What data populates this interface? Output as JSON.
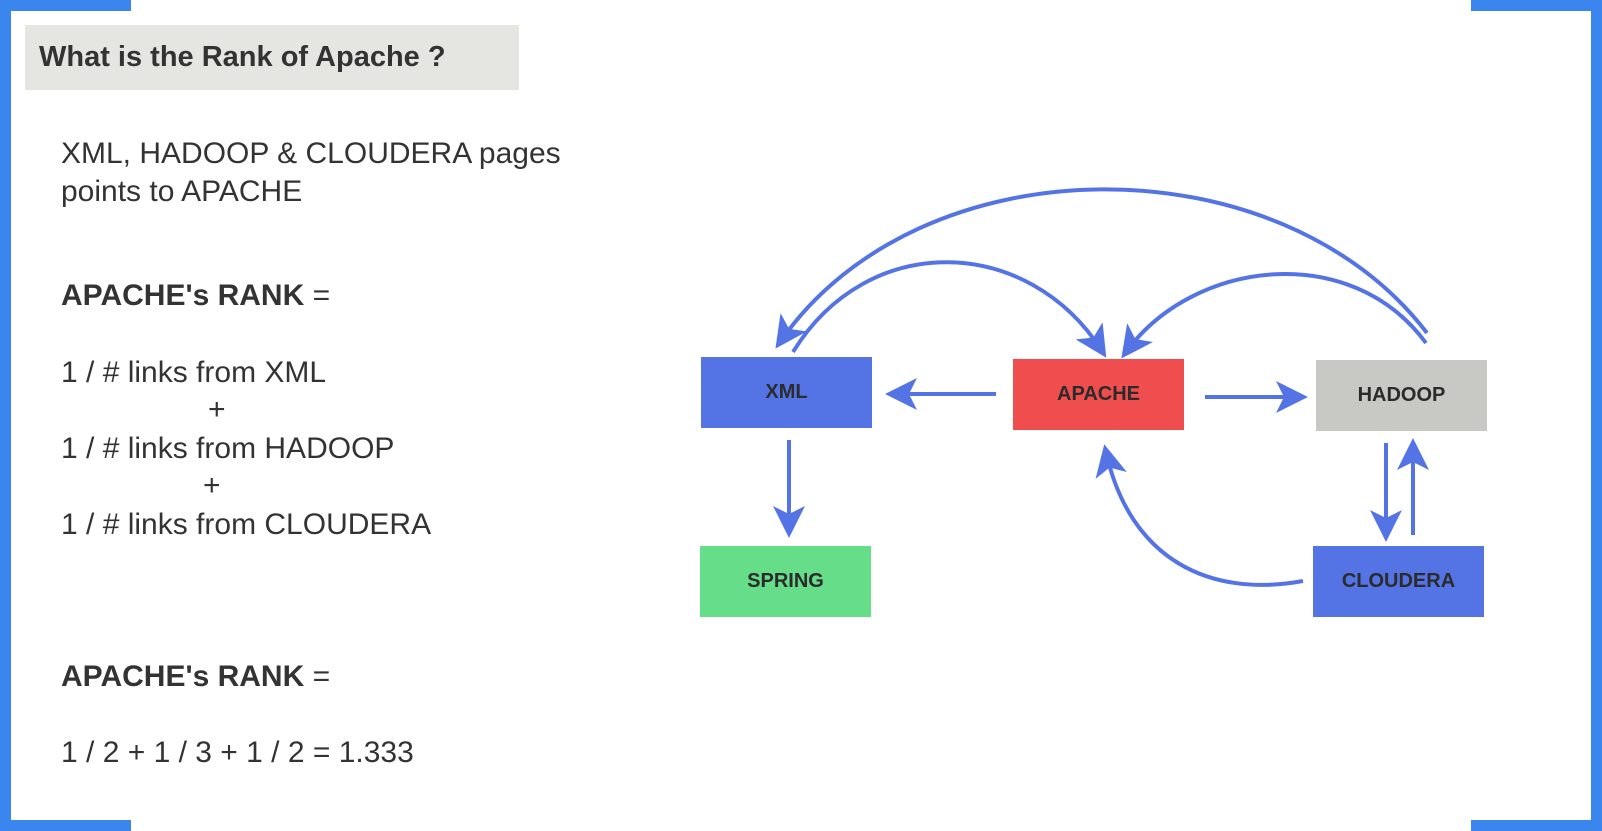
{
  "title": "What is the Rank of Apache ?",
  "intro": {
    "line1": "XML, HADOOP & CLOUDERA pages",
    "line2": "points to APACHE"
  },
  "formula": {
    "label": "APACHE's RANK",
    "equals": "=",
    "term1": "1 / # links from XML",
    "plus1": "+",
    "term2": "1 / # links from HADOOP",
    "plus2": "+",
    "term3": "1 / # links from CLOUDERA"
  },
  "result": {
    "label": "APACHE's RANK",
    "equals": "=",
    "expression": "1 / 2 + 1 / 3 + 1 / 2 = 1.333"
  },
  "diagram": {
    "nodes": [
      {
        "id": "xml",
        "label": "XML",
        "color": "#5474e6"
      },
      {
        "id": "apache",
        "label": "APACHE",
        "color": "#f04e4e"
      },
      {
        "id": "hadoop",
        "label": "HADOOP",
        "color": "#c8c8c4"
      },
      {
        "id": "spring",
        "label": "SPRING",
        "color": "#66dd88"
      },
      {
        "id": "cloudera",
        "label": "CLOUDERA",
        "color": "#5474e6"
      }
    ],
    "edges": [
      {
        "from": "apache",
        "to": "xml"
      },
      {
        "from": "apache",
        "to": "hadoop"
      },
      {
        "from": "xml",
        "to": "spring"
      },
      {
        "from": "xml",
        "to": "apache"
      },
      {
        "from": "hadoop",
        "to": "apache"
      },
      {
        "from": "hadoop",
        "to": "xml"
      },
      {
        "from": "hadoop",
        "to": "cloudera"
      },
      {
        "from": "cloudera",
        "to": "hadoop"
      },
      {
        "from": "cloudera",
        "to": "apache"
      }
    ],
    "arrow_color": "#5474e6"
  }
}
